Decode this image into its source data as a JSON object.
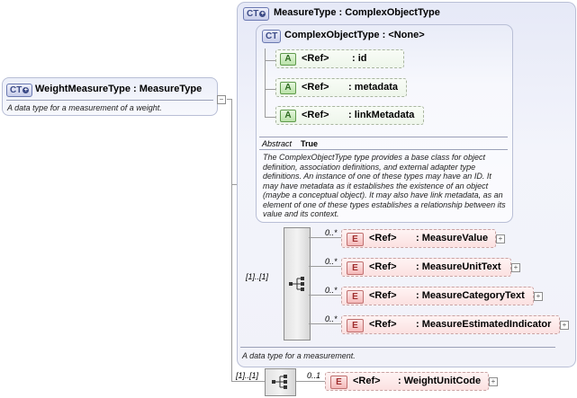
{
  "weight": {
    "badge": "CT",
    "title": "WeightMeasureType : MeasureType",
    "description": "A data type for a measurement of a weight.",
    "sequence_cardinality": "[1]..[1]"
  },
  "measure_type": {
    "badge": "CT",
    "title": "MeasureType : ComplexObjectType",
    "description": "A data type for a measurement.",
    "sequence_cardinality": "[1]..[1]"
  },
  "complex_object_type": {
    "badge": "CT",
    "title": "ComplexObjectType : <None>",
    "abstract_label": "Abstract",
    "abstract_value": "True",
    "description": "The ComplexObjectType type provides a base class for object definition, association definitions, and external adapter type definitions. An instance of one of these types may have an ID. It may have metadata as it establishes the existence of an object (maybe a conceptual object). It may also have link metadata, as an element of one of these types establishes a relationship between its value and its context.",
    "attributes": [
      {
        "badge": "A",
        "ref": "<Ref>",
        "name": ": id"
      },
      {
        "badge": "A",
        "ref": "<Ref>",
        "name": ": metadata"
      },
      {
        "badge": "A",
        "ref": "<Ref>",
        "name": ": linkMetadata"
      }
    ]
  },
  "measure_elements": [
    {
      "cardinality": "0..*",
      "badge": "E",
      "ref": "<Ref>",
      "name": ": MeasureValue"
    },
    {
      "cardinality": "0..*",
      "badge": "E",
      "ref": "<Ref>",
      "name": ": MeasureUnitText"
    },
    {
      "cardinality": "0..*",
      "badge": "E",
      "ref": "<Ref>",
      "name": ": MeasureCategoryText"
    },
    {
      "cardinality": "0..*",
      "badge": "E",
      "ref": "<Ref>",
      "name": ": MeasureEstimatedIndicator"
    }
  ],
  "weight_elements": [
    {
      "cardinality": "0..1",
      "badge": "E",
      "ref": "<Ref>",
      "name": ": WeightUnitCode"
    }
  ],
  "expand_symbol": "+",
  "collapse_symbol": "−"
}
